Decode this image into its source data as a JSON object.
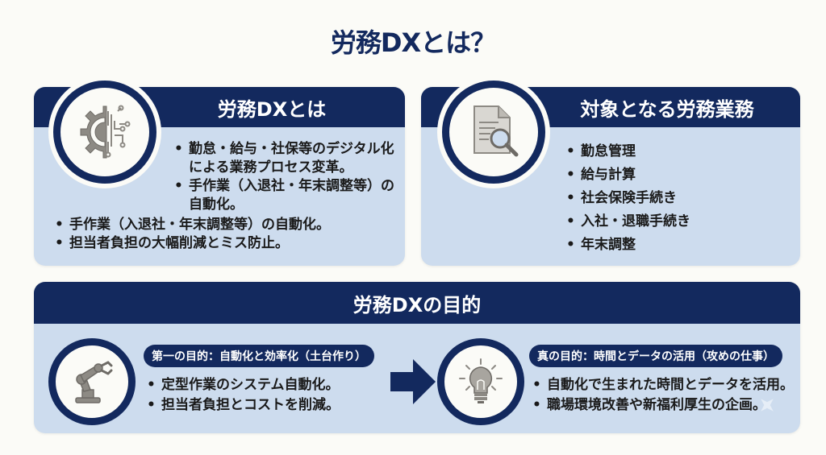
{
  "page": {
    "title": "労務DXとは？"
  },
  "card_definition": {
    "header": "労務DXとは",
    "icon": "gear-circuit-icon",
    "items_indented": [
      "勤怠・給与・社保等のデジタル化による業務プロセス変革。",
      "手作業（入退社・年末調整等）の自動化。"
    ],
    "items": [
      "手作業（入退社・年末調整等）の自動化。",
      "担当者負担の大幅削減とミス防止。"
    ]
  },
  "card_targets": {
    "header": "対象となる労務業務",
    "icon": "document-search-icon",
    "items": [
      "勤怠管理",
      "給与計算",
      "社会保険手続き",
      "入社・退職手続き",
      "年末調整"
    ]
  },
  "card_purpose": {
    "header": "労務DXの目的",
    "first": {
      "icon": "robot-arm-icon",
      "label": "第一の目的：自動化と効率化（土台作り）",
      "items": [
        "定型作業のシステム自動化。",
        "担当者負担とコストを削減。"
      ]
    },
    "arrow_icon": "arrow-right-icon",
    "true": {
      "icon": "lightbulb-icon",
      "label": "真の目的：時間とデータの活用（攻めの仕事）",
      "items": [
        "自動化で生まれた時間とデータを活用。",
        "職場環境改善や新福利厚生の企画。"
      ]
    }
  },
  "colors": {
    "navy": "#13295e",
    "card_bg": "#cddcee",
    "page_bg": "#fbfbf7",
    "icon_gray": "#8d8a84"
  }
}
